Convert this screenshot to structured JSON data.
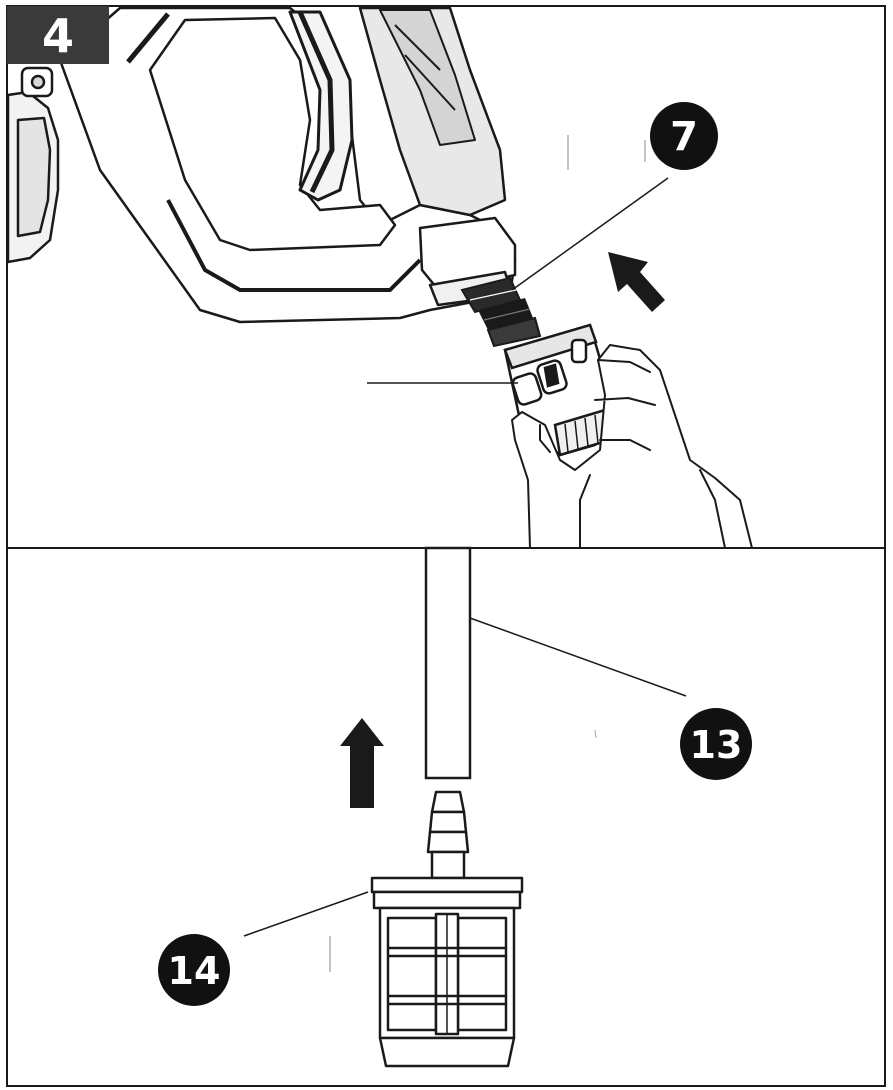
{
  "step": {
    "number": "4"
  },
  "callouts": {
    "c7": "7",
    "c13": "13",
    "c14": "14"
  },
  "colors": {
    "line": "#1a1a1a",
    "badge": "#3a3a3a",
    "callout_fill": "#111111",
    "tint": "#e6e6e6"
  }
}
